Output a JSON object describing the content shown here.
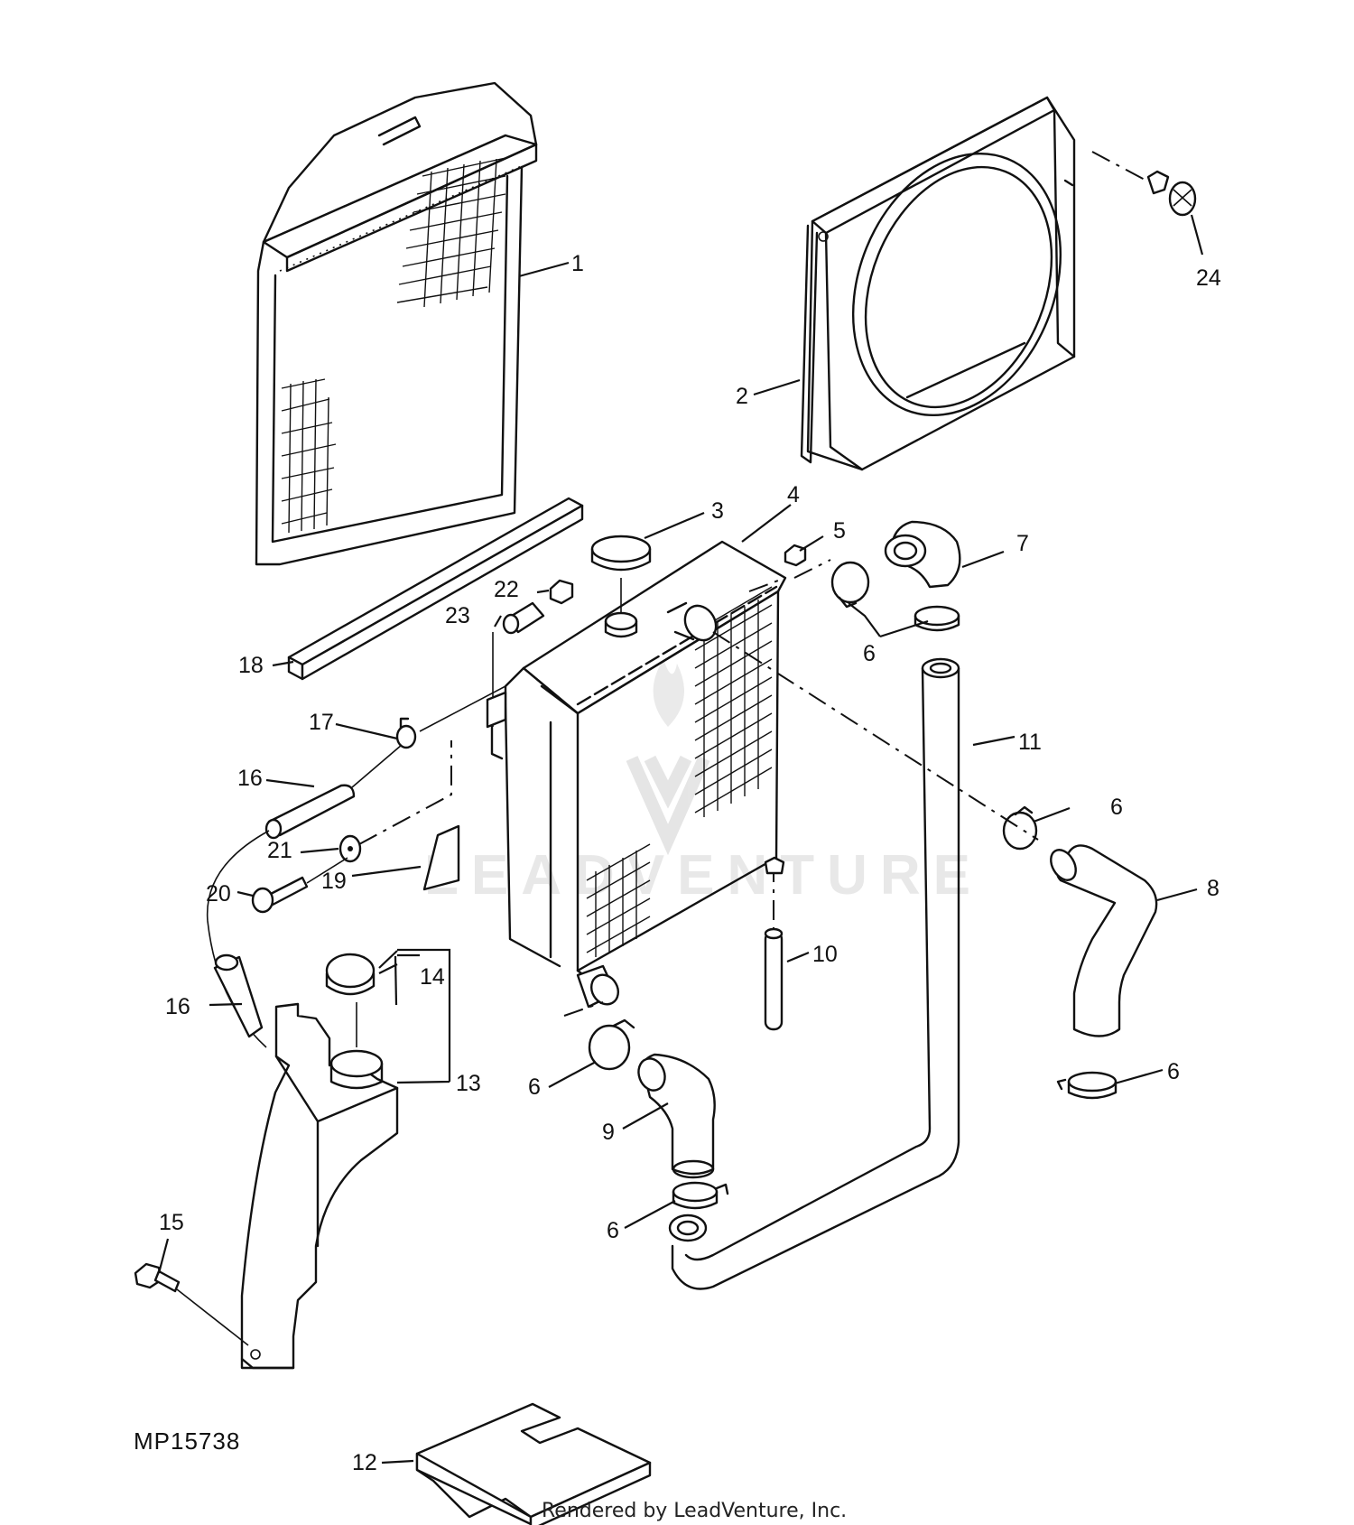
{
  "figure_id": "MP15738",
  "footer_credit": "Rendered by LeadVenture, Inc.",
  "watermark": "LEADVENTURE",
  "callouts": [
    "1",
    "2",
    "3",
    "4",
    "5",
    "6",
    "7",
    "8",
    "9",
    "10",
    "11",
    "12",
    "13",
    "14",
    "15",
    "16",
    "17",
    "18",
    "19",
    "20",
    "21",
    "22",
    "23",
    "24"
  ],
  "callout_6_repeats": [
    "6",
    "6",
    "6",
    "6",
    "6"
  ],
  "callout_16_repeat": "16"
}
